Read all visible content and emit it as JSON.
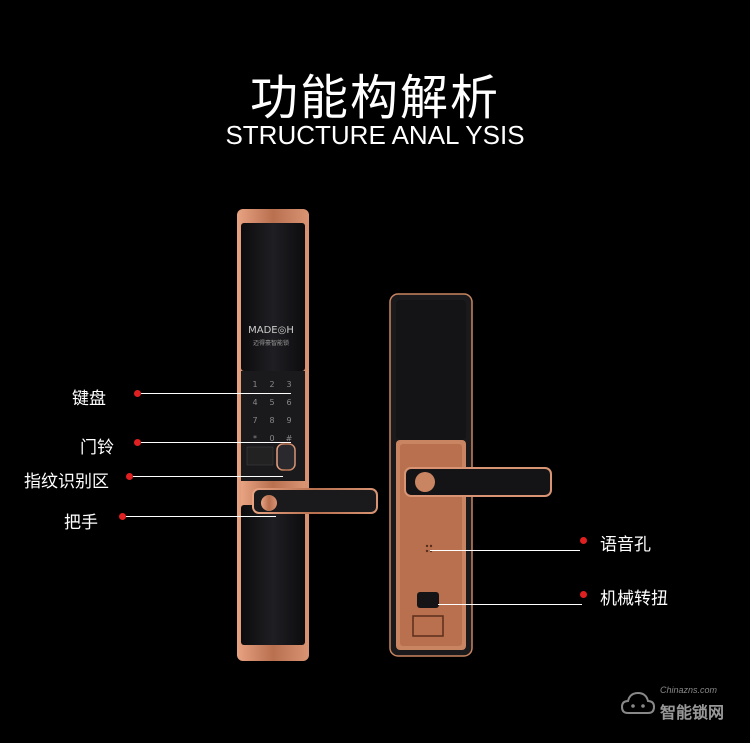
{
  "header": {
    "title": "功能构解析",
    "subtitle": "STRUCTURE ANAL YSIS"
  },
  "front_lock": {
    "brand": "MADE◎H",
    "brand_cn": "迈得豪智能锁",
    "keypad_keys": [
      "1",
      "2",
      "3",
      "4",
      "5",
      "6",
      "7",
      "8",
      "9",
      "*",
      "0",
      "#"
    ]
  },
  "callouts_left": [
    {
      "label": "键盘"
    },
    {
      "label": "门铃"
    },
    {
      "label": "指纹识别区"
    },
    {
      "label": "把手"
    }
  ],
  "callouts_right": [
    {
      "label": "语音孔"
    },
    {
      "label": "机械转扭"
    }
  ],
  "watermark": {
    "site": "Chinazns.com",
    "name": "智能锁网"
  },
  "colors": {
    "background": "#000000",
    "rose_gold": "#c98561",
    "lock_body": "#141416",
    "callout_dot": "#e02020"
  }
}
